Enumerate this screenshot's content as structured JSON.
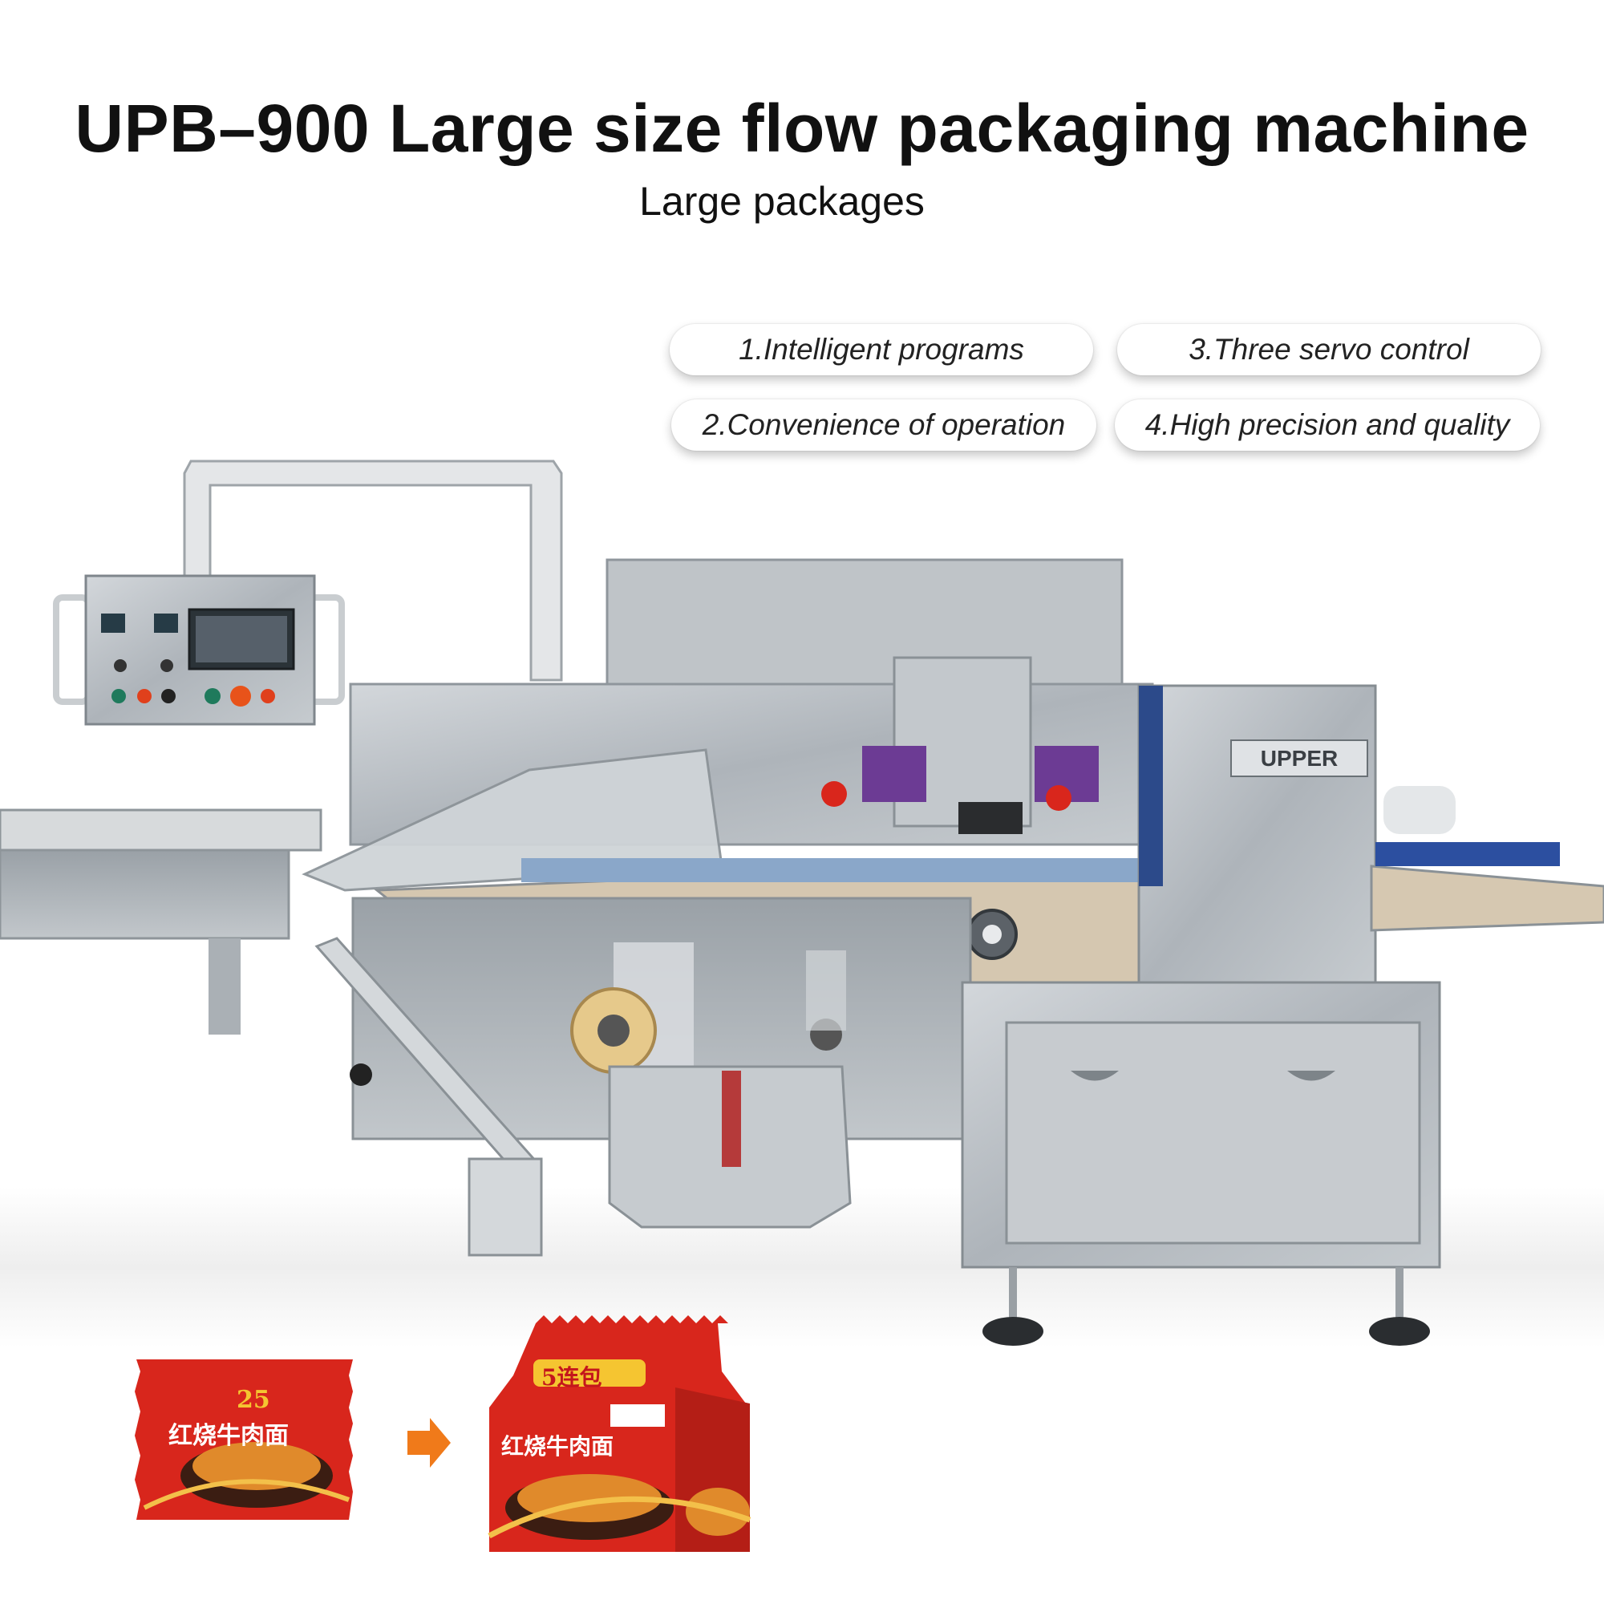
{
  "header": {
    "title": "UPB–900 Large size flow packaging machine",
    "subtitle": "Large packages"
  },
  "features": [
    {
      "label": "1.Intelligent programs"
    },
    {
      "label": "3.Three servo control"
    },
    {
      "label": "2.Convenience of operation"
    },
    {
      "label": "4.High precision and quality"
    }
  ],
  "machine": {
    "brand_logo": "UPPER"
  },
  "products": {
    "single_pack_label": "红烧牛肉面",
    "single_pack_badge": "25",
    "multi_pack_label": "红烧牛肉面",
    "multi_pack_badge": "5连包"
  },
  "colors": {
    "arrow": "#f07a1a",
    "pack_red": "#d8261c",
    "steel": "#b9bfc4"
  }
}
